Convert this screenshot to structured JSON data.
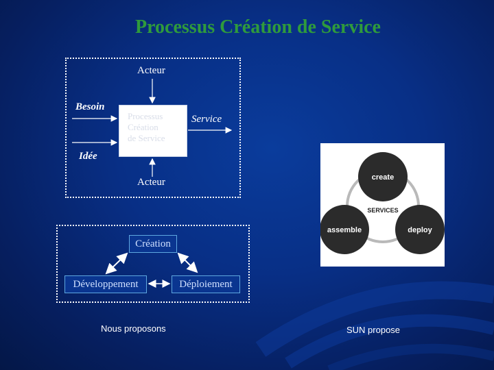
{
  "title": "Processus Création de Service",
  "diagram": {
    "actor_top": "Acteur",
    "besoin": "Besoin",
    "idee": "Idée",
    "process_lines": [
      "Processus",
      "Création",
      "de Service"
    ],
    "service": "Service",
    "actor_bottom": "Acteur"
  },
  "cycle": {
    "creation": "Création",
    "developpement": "Développement",
    "deploiement": "Déploiement"
  },
  "captions": {
    "left": "Nous proposons",
    "right": "SUN propose"
  },
  "sun_graphic": {
    "create": "create",
    "services": "SERVICES",
    "assemble": "assemble",
    "deploy": "deploy"
  },
  "colors": {
    "title": "#2f9b3c",
    "background": "#082f86"
  }
}
